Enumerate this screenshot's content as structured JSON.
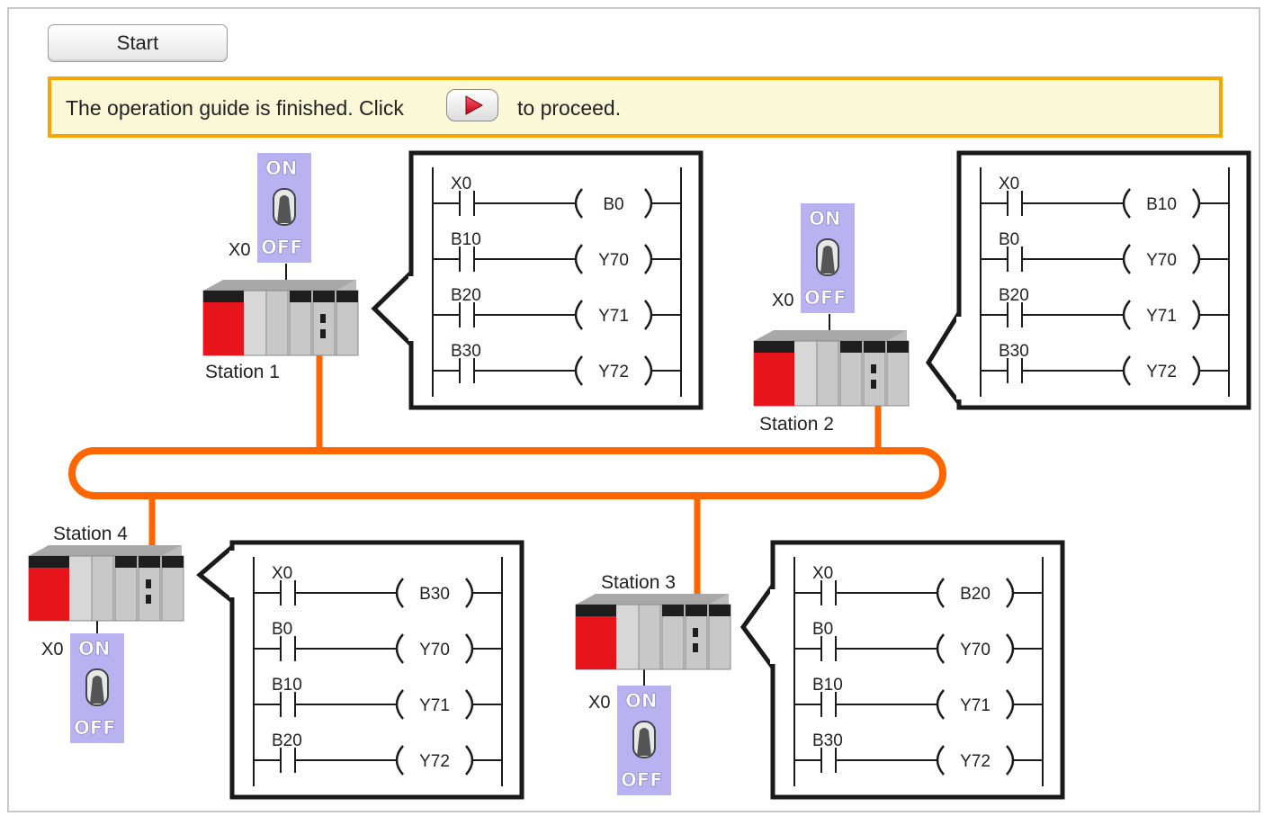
{
  "controls": {
    "start_label": "Start"
  },
  "guide": {
    "text_before": "The operation guide is finished. Click",
    "text_after": "to proceed.",
    "proceed_icon": "play-arrow-icon"
  },
  "colors": {
    "network": "#ff6600",
    "guide_border": "#f5a700",
    "guide_bg": "#fbf8d8",
    "switch_bg": "#b9b2f0",
    "plc_red": "#e8141b"
  },
  "stations": [
    {
      "name": "Station 1",
      "switch_input": "X0",
      "switch_on": "ON",
      "switch_off": "OFF",
      "switch_state": "OFF",
      "ladder": [
        {
          "contact": "X0",
          "coil": "B0"
        },
        {
          "contact": "B10",
          "coil": "Y70"
        },
        {
          "contact": "B20",
          "coil": "Y71"
        },
        {
          "contact": "B30",
          "coil": "Y72"
        }
      ]
    },
    {
      "name": "Station 2",
      "switch_input": "X0",
      "switch_on": "ON",
      "switch_off": "OFF",
      "switch_state": "OFF",
      "ladder": [
        {
          "contact": "X0",
          "coil": "B10"
        },
        {
          "contact": "B0",
          "coil": "Y70"
        },
        {
          "contact": "B20",
          "coil": "Y71"
        },
        {
          "contact": "B30",
          "coil": "Y72"
        }
      ]
    },
    {
      "name": "Station 3",
      "switch_input": "X0",
      "switch_on": "ON",
      "switch_off": "OFF",
      "switch_state": "OFF",
      "ladder": [
        {
          "contact": "X0",
          "coil": "B20"
        },
        {
          "contact": "B0",
          "coil": "Y70"
        },
        {
          "contact": "B10",
          "coil": "Y71"
        },
        {
          "contact": "B30",
          "coil": "Y72"
        }
      ]
    },
    {
      "name": "Station 4",
      "switch_input": "X0",
      "switch_on": "ON",
      "switch_off": "OFF",
      "switch_state": "OFF",
      "ladder": [
        {
          "contact": "X0",
          "coil": "B30"
        },
        {
          "contact": "B0",
          "coil": "Y70"
        },
        {
          "contact": "B10",
          "coil": "Y71"
        },
        {
          "contact": "B20",
          "coil": "Y72"
        }
      ]
    }
  ]
}
